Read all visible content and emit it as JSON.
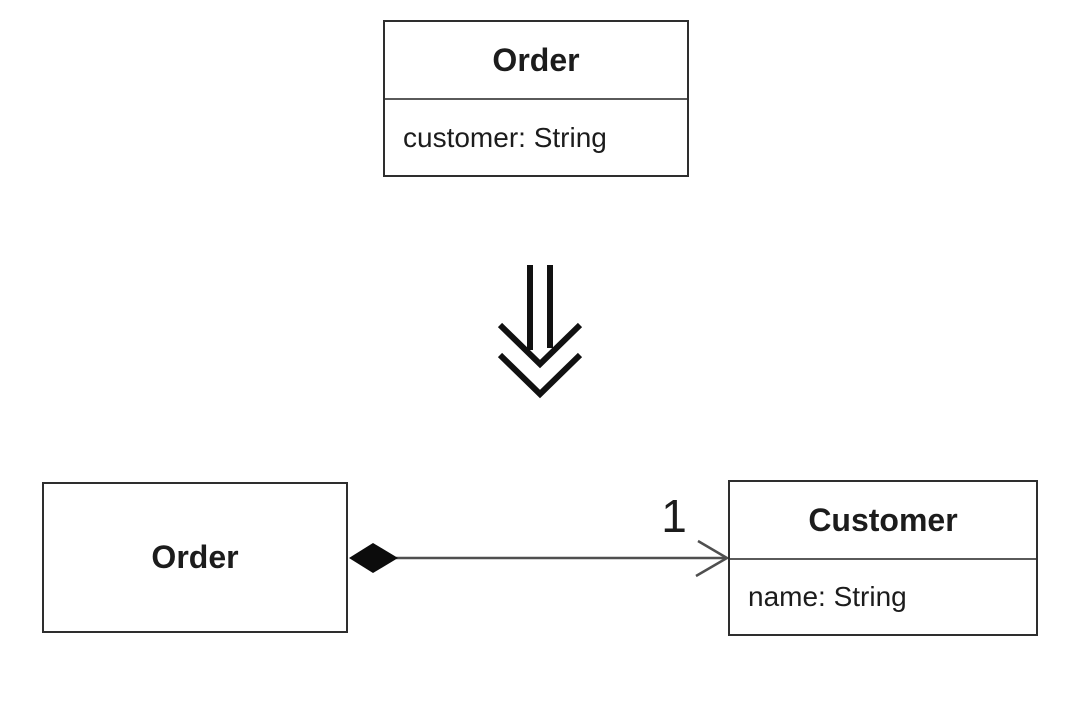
{
  "colors": {
    "ink": "#1c1c1c",
    "box_border": "#2e2e2e",
    "compartment_divider": "#5a5a5a",
    "connector_line": "#4f4f4f",
    "background": "#ffffff"
  },
  "before": {
    "class": {
      "name": "Order",
      "attributes": [
        "customer: String"
      ]
    }
  },
  "transform": {
    "arrow_icon": "double-chevron-down-arrow",
    "direction": "down"
  },
  "after": {
    "whole_class": {
      "name": "Order",
      "attributes": []
    },
    "part_class": {
      "name": "Customer",
      "attributes": [
        "name: String"
      ]
    },
    "association": {
      "type": "composition",
      "source_end_icon": "filled-diamond",
      "target_end_icon": "open-arrowhead",
      "multiplicity": "1"
    }
  }
}
